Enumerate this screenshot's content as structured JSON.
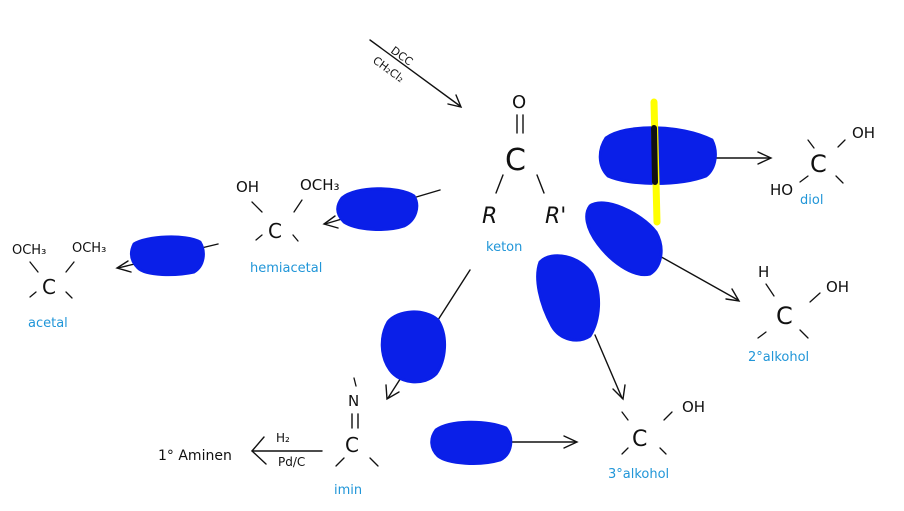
{
  "colors": {
    "ink": "#111111",
    "label": "#2196d8",
    "scribble": "#0a1fe8",
    "highlight": "#ffff00"
  },
  "reagent_top": {
    "line1": "DCC",
    "line2": "CH₂Cl₂"
  },
  "center": {
    "oxygen": "O",
    "carbon": "C",
    "r_left": "R",
    "r_right": "R'",
    "label": "keton"
  },
  "diol": {
    "oh": "OH",
    "ho": "HO",
    "carbon": "C",
    "label": "diol"
  },
  "hemiacetal": {
    "oh": "OH",
    "och3": "OCH₃",
    "carbon": "C",
    "label": "hemiacetal"
  },
  "acetal": {
    "och3_left": "OCH₃",
    "och3_right": "OCH₃",
    "carbon": "C",
    "label": "acetal"
  },
  "secondary_alcohol": {
    "h": "H",
    "oh": "OH",
    "carbon": "C",
    "label": "2°alkohol"
  },
  "tertiary_alcohol": {
    "oh": "OH",
    "carbon": "C",
    "label": "3°alkohol"
  },
  "imine": {
    "n": "N",
    "carbon": "C",
    "label": "imin"
  },
  "reduction": {
    "reagent_top": "H₂",
    "reagent_bottom": "Pd/C",
    "product": "1° Aminen"
  }
}
